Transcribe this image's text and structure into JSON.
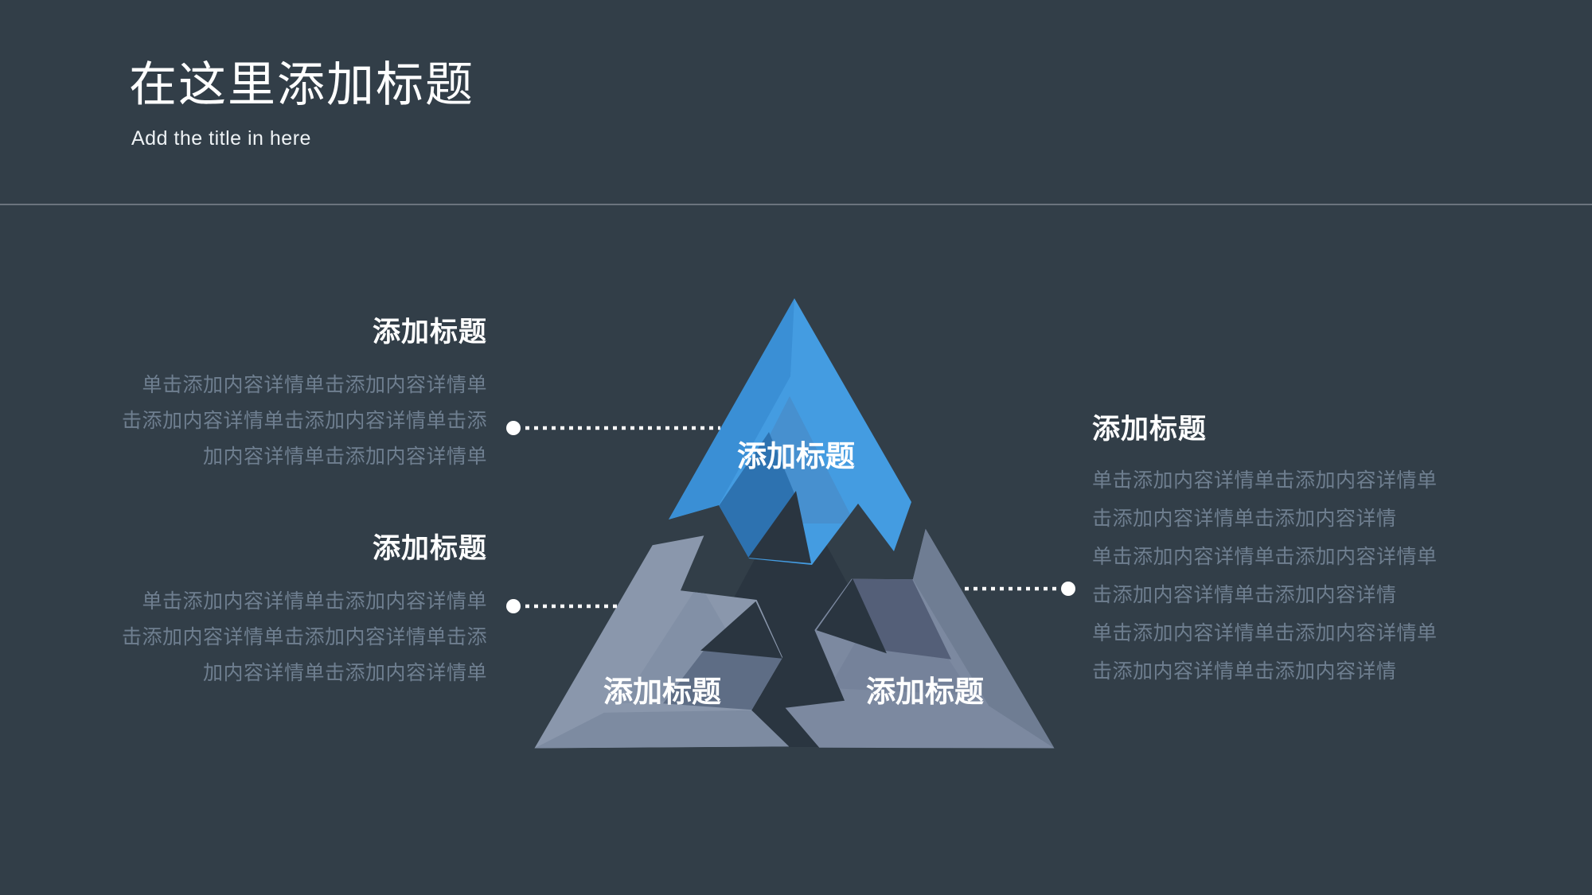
{
  "header": {
    "title": "在这里添加标题",
    "subtitle": "Add the title in here"
  },
  "diagram": {
    "top_segment": {
      "label": "添加标题"
    },
    "left_segment": {
      "label": "添加标题"
    },
    "right_segment": {
      "label": "添加标题"
    }
  },
  "blocks": {
    "left1": {
      "heading": "添加标题",
      "body": "单击添加内容详情单击添加内容详情单\n击添加内容详情单击添加内容详情单击添\n加内容详情单击添加内容详情单"
    },
    "left2": {
      "heading": "添加标题",
      "body": "单击添加内容详情单击添加内容详情单\n击添加内容详情单击添加内容详情单击添\n加内容详情单击添加内容详情单"
    },
    "right": {
      "heading": "添加标题",
      "body": "单击添加内容详情单击添加内容详情单\n击添加内容详情单击添加内容详情\n单击添加内容详情单击添加内容详情单\n击添加内容详情单击添加内容详情\n单击添加内容详情单击添加内容详情单\n击添加内容详情单击添加内容详情"
    }
  },
  "colors": {
    "background": "#323e48",
    "center_triangle": "#2a3540",
    "divider": "#6b747e",
    "accent_blue_main": "#449ce1",
    "accent_blue_band": "#3a8fd5",
    "accent_blue_inner": "#4790cf",
    "accent_blue_shadow": "#2d72b0",
    "gray_left_main": "#8a97ac",
    "gray_left_band": "#7d8ba1",
    "gray_left_inner": "#8290a6",
    "gray_left_shadow": "#5e6d85",
    "gray_right_main": "#7c89a0",
    "gray_right_band": "#6f7d93",
    "gray_right_inner": "#75829a",
    "gray_right_shadow": "#545f78",
    "body_text": "#6f7f90",
    "heading_text": "#ffffff"
  }
}
